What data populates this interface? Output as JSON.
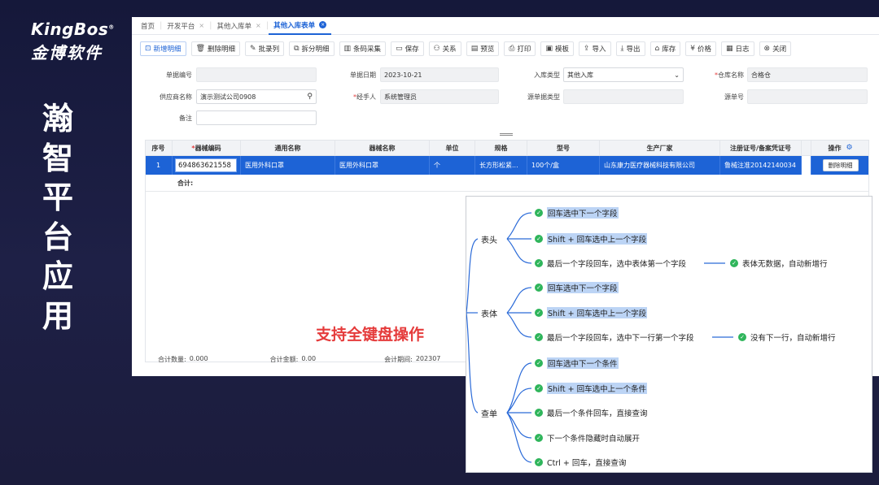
{
  "brand": {
    "en": "KingBos",
    "reg": "®",
    "cn": "金博软件"
  },
  "side_title": [
    "瀚",
    "智",
    "平",
    "台",
    "应",
    "用"
  ],
  "tabs": [
    {
      "label": "首页"
    },
    {
      "label": "开发平台",
      "close": "×"
    },
    {
      "label": "其他入库单",
      "close": "×"
    },
    {
      "label": "其他入库表单",
      "close": "×",
      "active": true
    }
  ],
  "toolbar": [
    {
      "label": "新增明细",
      "icon": "add-icon",
      "glyph": "⊡"
    },
    {
      "label": "删除明细",
      "icon": "trash-icon",
      "glyph": "🗑"
    },
    {
      "label": "批录列",
      "icon": "edit-icon",
      "glyph": "✎"
    },
    {
      "label": "拆分明细",
      "icon": "split-icon",
      "glyph": "⧉"
    },
    {
      "label": "条码采集",
      "icon": "barcode-icon",
      "glyph": "▥"
    },
    {
      "label": "保存",
      "icon": "save-icon",
      "glyph": "▭"
    },
    {
      "label": "关系",
      "icon": "relation-icon",
      "glyph": "⚇"
    },
    {
      "label": "预览",
      "icon": "preview-icon",
      "glyph": "▤"
    },
    {
      "label": "打印",
      "icon": "print-icon",
      "glyph": "⎙"
    },
    {
      "label": "模板",
      "icon": "template-icon",
      "glyph": "▣"
    },
    {
      "label": "导入",
      "icon": "import-icon",
      "glyph": "⇪"
    },
    {
      "label": "导出",
      "icon": "export-icon",
      "glyph": "⤓"
    },
    {
      "label": "库存",
      "icon": "warehouse-icon",
      "glyph": "⌂"
    },
    {
      "label": "价格",
      "icon": "price-icon",
      "glyph": "¥"
    },
    {
      "label": "日志",
      "icon": "log-icon",
      "glyph": "▦"
    },
    {
      "label": "关闭",
      "icon": "close-icon",
      "glyph": "⊗"
    }
  ],
  "form": {
    "doc_no_label": "单据编号",
    "doc_no": "",
    "doc_date_label": "单据日期",
    "doc_date": "2023-10-21",
    "in_type_label": "入库类型",
    "in_type": "其他入库",
    "warehouse_label": "仓库名称",
    "warehouse": "合格仓",
    "supplier_label": "供应商名称",
    "supplier": "演示测试公司0908",
    "handler_label": "经手人",
    "handler": "系统管理员",
    "src_type_label": "源单据类型",
    "src_type": "",
    "src_no_label": "源单号",
    "src_no": "",
    "remark_label": "备注",
    "remark": ""
  },
  "table": {
    "headers": [
      "序号",
      "器械编码",
      "通用名称",
      "器械名称",
      "单位",
      "规格",
      "型号",
      "生产厂家",
      "注册证号/备案凭证号",
      "",
      "操作"
    ],
    "row": {
      "no": "1",
      "code": "694863621558",
      "common_name": "医用外科口罩",
      "device_name": "医用外科口罩",
      "unit": "个",
      "spec": "长方形松紧...",
      "model": "100个/盒",
      "maker": "山东康力医疗器械科技有限公司",
      "reg_no": "鲁械注准20142140034",
      "op": "删除明细"
    },
    "sum_label": "合计:"
  },
  "footer": {
    "qty_label": "合计数量:",
    "qty": "0.000",
    "amt_label": "合计金额:",
    "amt": "0.00",
    "period_label": "会计期间:",
    "period": "202307"
  },
  "keyboard_title": "支持全键盘操作",
  "mindmap": {
    "groups": [
      {
        "name": "表头",
        "items": [
          "回车选中下一个字段",
          "Shift + 回车选中上一个字段",
          "最后一个字段回车，选中表体第一个字段"
        ],
        "extra": "表体无数据，自动新增行"
      },
      {
        "name": "表体",
        "items": [
          "回车选中下一个字段",
          "Shift + 回车选中上一个字段",
          "最后一个字段回车，选中下一行第一个字段"
        ],
        "extra": "没有下一行，自动新增行"
      },
      {
        "name": "查单",
        "items": [
          "回车选中下一个条件",
          "Shift + 回车选中上一个条件",
          "最后一个条件回车，直接查询",
          "下一个条件隐藏时自动展开",
          "Ctrl + 回车，直接查询"
        ]
      }
    ]
  },
  "colors": {
    "accent": "#1d63d6",
    "check": "#2fb55b",
    "highlight": "#bcd4f5",
    "kbd": "#e53b3b"
  }
}
